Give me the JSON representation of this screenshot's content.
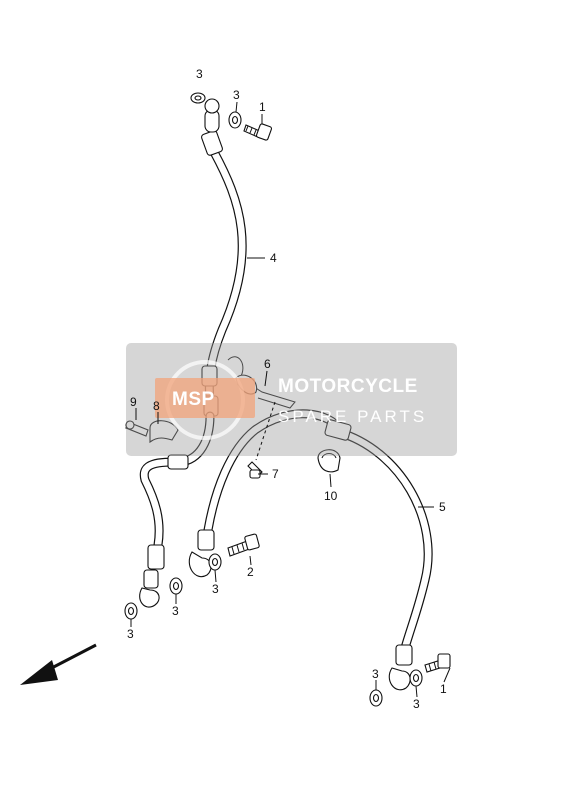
{
  "watermark": {
    "logo_text": "MSP",
    "line1": "MOTORCYCLE",
    "line2": "SPARE PARTS"
  },
  "callouts": {
    "c3_top": "3",
    "c3_top2": "3",
    "c1_top": "1",
    "c4": "4",
    "c6": "6",
    "c9": "9",
    "c8": "8",
    "c7": "7",
    "c10": "10",
    "c5": "5",
    "c2": "2",
    "c3_mid": "3",
    "c3_mid2": "3",
    "c3_left": "3",
    "c3_br_left": "3",
    "c3_br_bottom": "3",
    "c1_br": "1"
  },
  "icons": {
    "front_arrow": "direction-arrow-icon"
  }
}
